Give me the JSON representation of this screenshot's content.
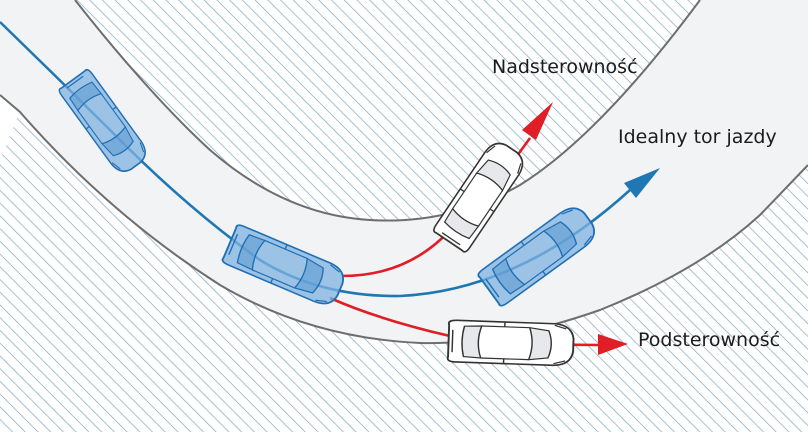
{
  "labels": {
    "oversteer": "Nadsterowność",
    "ideal_line": "Idealny tor jazdy",
    "understeer": "Podsterowność"
  },
  "colors": {
    "ideal_path": "#1f78b4",
    "deviation_path": "#e01e26",
    "road_surface": "#f2f3f5",
    "road_edge": "#6e6e6e",
    "hatch": "#7fa6c3",
    "ghost_car": "#7fb3e0",
    "white_car": "#ffffff"
  }
}
